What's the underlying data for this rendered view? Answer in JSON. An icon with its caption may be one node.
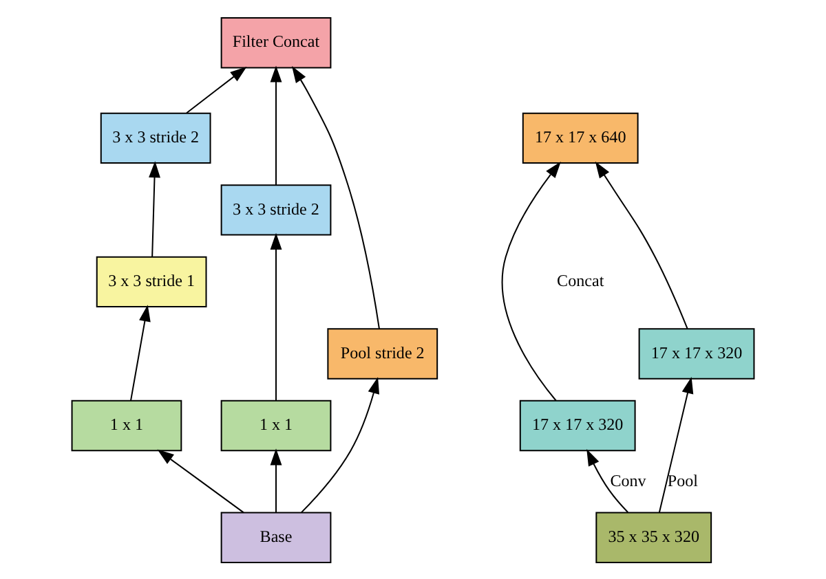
{
  "diagram": {
    "nodes": [
      {
        "text": [
          "Filter Concat"
        ]
      },
      {
        "text": [
          "3 x 3 stride 2"
        ]
      },
      {
        "text": [
          "3 x 3 stride 1"
        ]
      },
      {
        "text": [
          "3 x 3 stride 2"
        ]
      },
      {
        "text": [
          "1 x 1"
        ]
      },
      {
        "text": [
          "1 x 1"
        ]
      },
      {
        "text": [
          "Pool stride 2"
        ]
      },
      {
        "text": [
          "Base"
        ]
      },
      {
        "text": [
          "17 x 17 x 640"
        ]
      },
      {
        "text": [
          "17 x 17 x 320"
        ]
      },
      {
        "text": [
          "17 x 17 x 320"
        ]
      },
      {
        "text": [
          "35 x 35 x 320"
        ]
      }
    ],
    "edges": [
      {
        "from": 7,
        "to": 4,
        "arrow": "to"
      },
      {
        "from": 7,
        "to": 5,
        "arrow": "to"
      },
      {
        "from": 7,
        "to": 6,
        "arrow": "to"
      },
      {
        "from": 4,
        "to": 2,
        "arrow": "to"
      },
      {
        "from": 2,
        "to": 1,
        "arrow": "to"
      },
      {
        "from": 1,
        "to": 0,
        "arrow": "to"
      },
      {
        "from": 5,
        "to": 3,
        "arrow": "to"
      },
      {
        "from": 3,
        "to": 0,
        "arrow": "to"
      },
      {
        "from": 6,
        "to": 0,
        "arrow": "to"
      },
      {
        "from": 11,
        "to": 9,
        "arrow": "to",
        "label": "Conv"
      },
      {
        "from": 11,
        "to": 10,
        "arrow": "to",
        "label": "Pool"
      },
      {
        "from": 9,
        "to": 8,
        "arrow": "to"
      },
      {
        "from": 10,
        "to": 8,
        "arrow": "to"
      }
    ],
    "labels": [
      "Concat"
    ]
  }
}
